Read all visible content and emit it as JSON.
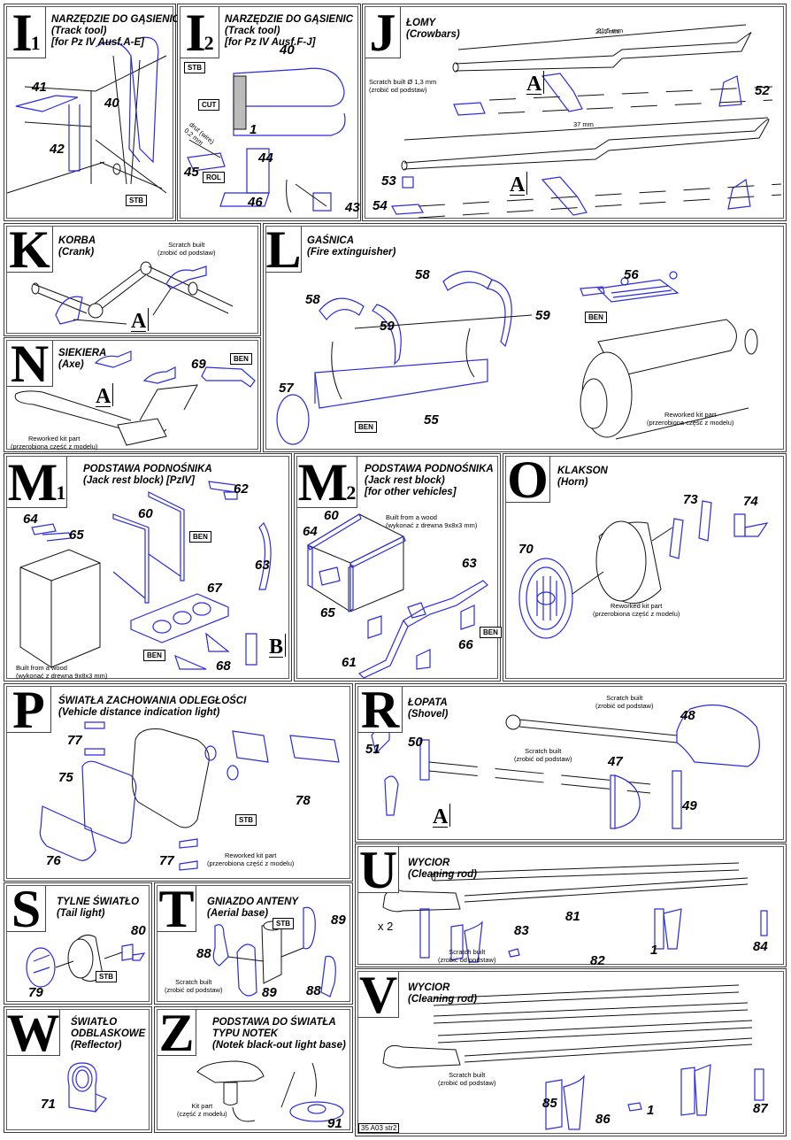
{
  "document": {
    "page_code": "35 A03 str2",
    "colors": {
      "part_line": "#2a2ae0",
      "outline": "#111111",
      "border": "#3a3a3a"
    }
  },
  "panels": {
    "I1": {
      "letter": "I",
      "sub": "1",
      "title": [
        "NARZĘDZIE DO GĄSIENIC",
        "(Track tool)",
        "[for Pz IV  Ausf.A-E]"
      ],
      "parts": [
        "41",
        "40",
        "42"
      ],
      "tags": [
        "STB"
      ]
    },
    "I2": {
      "letter": "I",
      "sub": "2",
      "title": [
        "NARZĘDZIE DO GĄSIENIC",
        "(Track tool)",
        "[for Pz IV  Ausf.F-J]"
      ],
      "parts": [
        "40",
        "1",
        "44",
        "45",
        "46",
        "43"
      ],
      "tags": [
        "STB",
        "CUT",
        "ROL"
      ],
      "wire_note": [
        "drut (wire)",
        "0,2 mm"
      ]
    },
    "J": {
      "letter": "J",
      "title": [
        "ŁOMY",
        "(Crowbars)"
      ],
      "dims": [
        "21,5 mm",
        "37 mm"
      ],
      "note": [
        "Scratch built Ø 1,3 mm",
        "(zrobić od podstaw)"
      ],
      "parts": [
        "52",
        "53",
        "54"
      ],
      "marks": [
        "A",
        "A"
      ]
    },
    "K": {
      "letter": "K",
      "title": [
        "KORBA",
        "(Crank)"
      ],
      "note": [
        "Scratch built",
        "(zrobić od podstaw)"
      ],
      "marks": [
        "A"
      ]
    },
    "N": {
      "letter": "N",
      "title": [
        "SIEKIERA",
        "(Axe)"
      ],
      "parts": [
        "69"
      ],
      "tags": [
        "BEN"
      ],
      "note": [
        "Reworked kit part",
        "(przerobiona część z modelu)"
      ],
      "marks": [
        "A"
      ]
    },
    "L": {
      "letter": "L",
      "title": [
        "GAŚNICA",
        "(Fire extinguisher)"
      ],
      "parts": [
        "58",
        "59",
        "58",
        "59",
        "56",
        "57",
        "55"
      ],
      "tags": [
        "BEN",
        "BEN"
      ],
      "note": [
        "Reworked kit part",
        "(przerobiona część z modelu)"
      ]
    },
    "M1": {
      "letter": "M",
      "sub": "1",
      "title": [
        "PODSTAWA PODNOŚNIKA",
        "(Jack rest block) [PzIV]"
      ],
      "parts": [
        "64",
        "65",
        "60",
        "62",
        "63",
        "67",
        "68"
      ],
      "tags": [
        "BEN",
        "BEN"
      ],
      "note": [
        "Built from a wood",
        "(wykonać z drewna 9x8x3 mm)"
      ],
      "marks": [
        "B"
      ]
    },
    "M2": {
      "letter": "M",
      "sub": "2",
      "title": [
        "PODSTAWA PODNOŚNIKA",
        "(Jack rest block)",
        "[for other vehicles]"
      ],
      "parts": [
        "60",
        "64",
        "65",
        "63",
        "66",
        "61"
      ],
      "tags": [
        "BEN"
      ],
      "note": [
        "Built from a wood",
        "(wykonać z drewna 9x8x3 mm)"
      ]
    },
    "O": {
      "letter": "O",
      "title": [
        "KLAKSON",
        "(Horn)"
      ],
      "parts": [
        "73",
        "74",
        "70"
      ],
      "note": [
        "Reworked kit part",
        "(przerobiona część z modelu)"
      ]
    },
    "P": {
      "letter": "P",
      "title": [
        "ŚWIATŁA ZACHOWANIA ODLEGŁOŚCI",
        "(Vehicle distance indication light)"
      ],
      "parts": [
        "77",
        "75",
        "76",
        "77",
        "78"
      ],
      "tags": [
        "STB"
      ],
      "note": [
        "Reworked kit part",
        "(przerobiona część z modelu)"
      ]
    },
    "R": {
      "letter": "R",
      "title": [
        "ŁOPATA",
        "(Shovel)"
      ],
      "parts": [
        "48",
        "51",
        "50",
        "47",
        "49"
      ],
      "notes": [
        [
          "Scratch built",
          "(zrobić od podstaw)"
        ],
        [
          "Scratch built",
          "(zrobić od podstaw)"
        ]
      ],
      "marks": [
        "A"
      ]
    },
    "U": {
      "letter": "U",
      "title": [
        "WYCIOR",
        "(Cleaning rod)"
      ],
      "multiplier": "x 2",
      "parts": [
        "81",
        "83",
        "82",
        "1",
        "84"
      ],
      "note": [
        "Scratch built",
        "(zrobić od podstaw)"
      ]
    },
    "V": {
      "letter": "V",
      "title": [
        "WYCIOR",
        "(Cleaning rod)"
      ],
      "parts": [
        "85",
        "86",
        "1",
        "87"
      ],
      "note": [
        "Scratch built",
        "(zrobić od podstaw)"
      ]
    },
    "S": {
      "letter": "S",
      "title": [
        "TYLNE ŚWIATŁO",
        "(Tail light)"
      ],
      "parts": [
        "80",
        "79"
      ],
      "tags": [
        "STB"
      ]
    },
    "T": {
      "letter": "T",
      "title": [
        "GNIAZDO ANTENY",
        "(Aerial base)"
      ],
      "parts": [
        "89",
        "88",
        "89",
        "88"
      ],
      "tags": [
        "STB"
      ],
      "note": [
        "Scratch built",
        "(zrobić od podstaw)"
      ]
    },
    "W": {
      "letter": "W",
      "title": [
        "ŚWIATŁO",
        "ODBLASKOWE",
        "(Reflector)"
      ],
      "parts": [
        "71"
      ]
    },
    "Z": {
      "letter": "Z",
      "title": [
        "PODSTAWA DO ŚWIATŁA",
        "TYPU NOTEK",
        "(Notek black-out light base)"
      ],
      "parts": [
        "91"
      ],
      "note": [
        "Kit part",
        "(część z modelu)"
      ]
    }
  }
}
